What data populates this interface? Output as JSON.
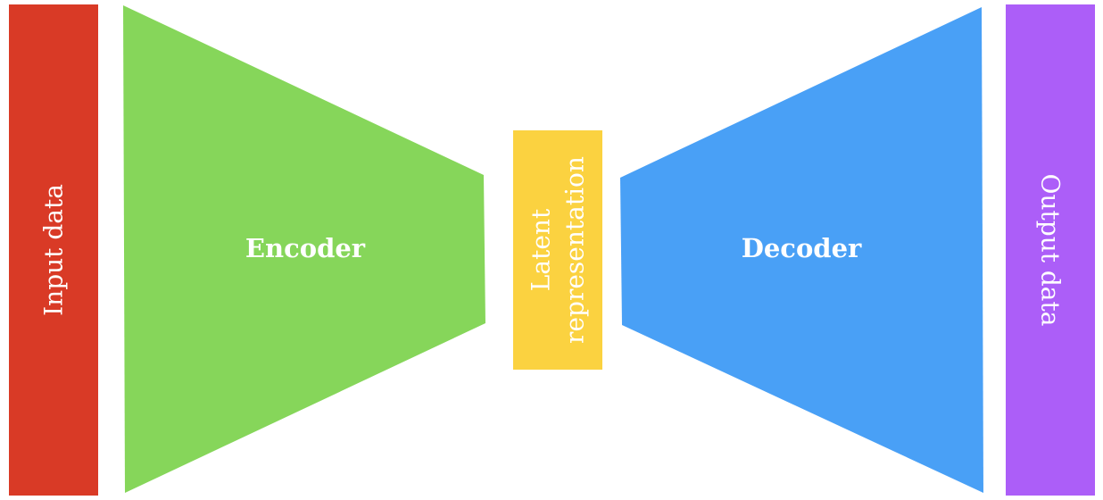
{
  "diagram": {
    "input": {
      "label": "Input data",
      "color": "#d93a26"
    },
    "encoder": {
      "label": "Encoder",
      "color": "#86d65a"
    },
    "latent": {
      "label_line1": "Latent",
      "label_line2": "representation",
      "color": "#fbd240"
    },
    "decoder": {
      "label": "Decoder",
      "color": "#49a0f6"
    },
    "output": {
      "label": "Output data",
      "color": "#ac5ef8"
    }
  }
}
